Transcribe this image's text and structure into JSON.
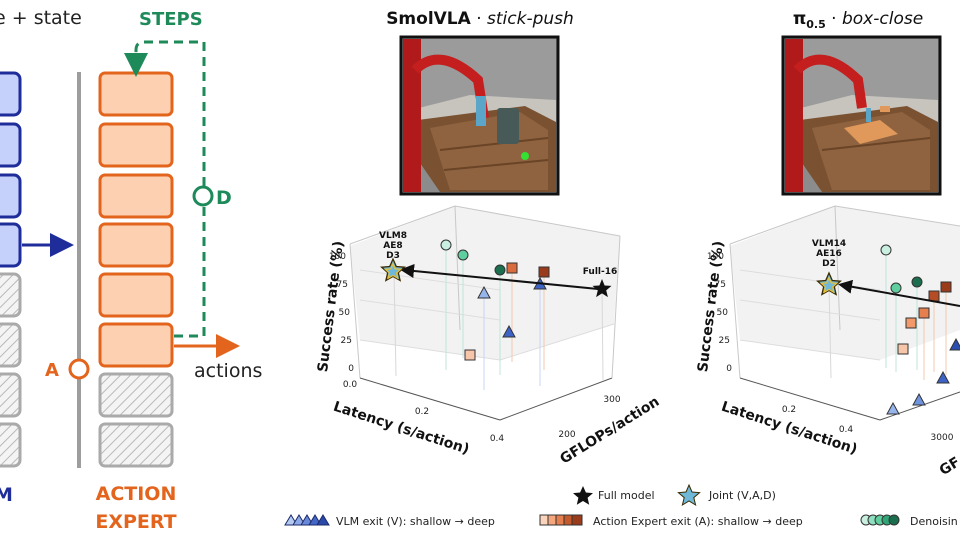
{
  "diagram": {
    "top_left_text": "e + state",
    "steps_label": "STEPS",
    "d_label": "D",
    "a_label": "A",
    "actions_label": "actions",
    "vlm_label_fragment": "M",
    "action_expert_label_line1": "ACTION",
    "action_expert_label_line2": "EXPERT"
  },
  "panels": [
    {
      "title_bold": "SmolVLA",
      "title_sep": " · ",
      "title_italic": "stick-push",
      "axes": {
        "zlabel": "Success rate (%)",
        "xlabel": "Latency (s/action)",
        "ylabel": "GFLOPs/action",
        "z_ticks": [
          "0",
          "25",
          "50",
          "75",
          "100"
        ],
        "x_ticks": [
          "0.0",
          "0.2",
          "0.4"
        ],
        "y_ticks": [
          "200",
          "300"
        ]
      },
      "annotations": {
        "joint_text": [
          "VLM8",
          "AE8",
          "D3"
        ],
        "full_text": "Full-16"
      }
    },
    {
      "title_bold": "π",
      "title_sub": "0.5",
      "title_sep": " · ",
      "title_italic": "box-close",
      "axes": {
        "zlabel": "Success rate (%)",
        "xlabel": "Latency (s/action)",
        "ylabel": "GF",
        "z_ticks": [
          "0",
          "25",
          "50",
          "75",
          "100"
        ],
        "x_ticks": [
          "0.2",
          "0.4"
        ],
        "y_ticks": [
          "3000"
        ]
      },
      "annotations": {
        "joint_text": [
          "VLM14",
          "AE16",
          "D2"
        ]
      }
    }
  ],
  "legend": {
    "full_model": "Full model",
    "joint": "Joint (V,A,D)",
    "vlm_exit": "VLM exit (V): shallow → deep",
    "ae_exit": "Action Expert exit (A): shallow → deep",
    "denoising": "Denoisin"
  },
  "colors": {
    "vlm_blue": "#1f2d9a",
    "vlm_fill": "#c5d0fb",
    "ae_orange": "#e3651d",
    "ae_fill": "#fdd0b1",
    "steps_green": "#1e8a5a",
    "gray": "#9d9d9d"
  }
}
